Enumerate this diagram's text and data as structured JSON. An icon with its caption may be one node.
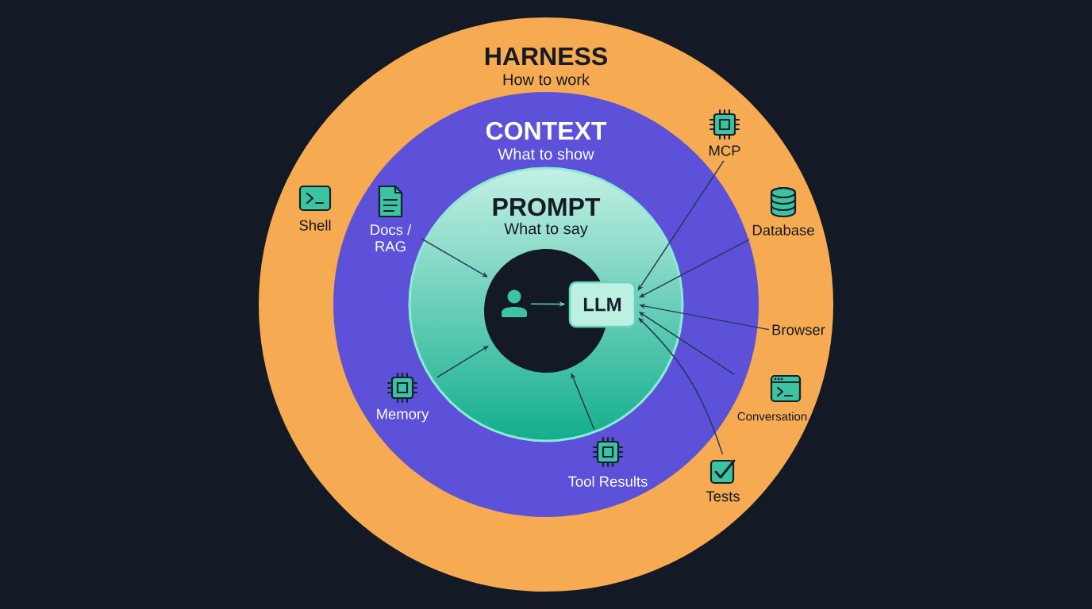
{
  "diagram": {
    "nodes": [
      {
        "text": [
          "HARNESS",
          "How to work"
        ]
      },
      {
        "text": [
          "CONTEXT",
          "What to show"
        ],
        "in": 0
      },
      {
        "text": [
          "PROMPT",
          "What to say"
        ],
        "in": 1
      },
      {
        "text": [],
        "shape": "circle",
        "in": 2
      },
      {
        "text": [],
        "shape": "person",
        "in": 3
      },
      {
        "text": [
          "LLM"
        ],
        "in": 2
      },
      {
        "text": [
          "Shell"
        ],
        "in": 0
      },
      {
        "text": [
          "Docs / RAG"
        ],
        "in": 1
      },
      {
        "text": [
          "Memory"
        ],
        "in": 1
      },
      {
        "text": [
          "Tool Results"
        ],
        "in": 1
      },
      {
        "text": [
          "MCP"
        ],
        "in": 0
      },
      {
        "text": [
          "Database"
        ],
        "in": 0
      },
      {
        "text": [
          "Browser"
        ],
        "in": 0
      },
      {
        "text": [
          "Conversation"
        ],
        "in": 0
      },
      {
        "text": [
          "Tests"
        ],
        "in": 0
      }
    ],
    "edges": [
      {
        "from": 4,
        "to": 5,
        "arrow": "to",
        "color": "#5fd3b8"
      },
      {
        "from": 7,
        "to": 3,
        "arrow": "to"
      },
      {
        "from": 8,
        "to": 3,
        "arrow": "to"
      },
      {
        "from": 9,
        "to": 3,
        "arrow": "to"
      },
      {
        "from": 10,
        "to": 5,
        "arrow": "to"
      },
      {
        "from": 11,
        "to": 5,
        "arrow": "to"
      },
      {
        "from": 12,
        "to": 5,
        "arrow": "to"
      },
      {
        "from": 13,
        "to": 5,
        "arrow": "to"
      },
      {
        "from": 14,
        "to": 5,
        "arrow": "to"
      }
    ]
  }
}
